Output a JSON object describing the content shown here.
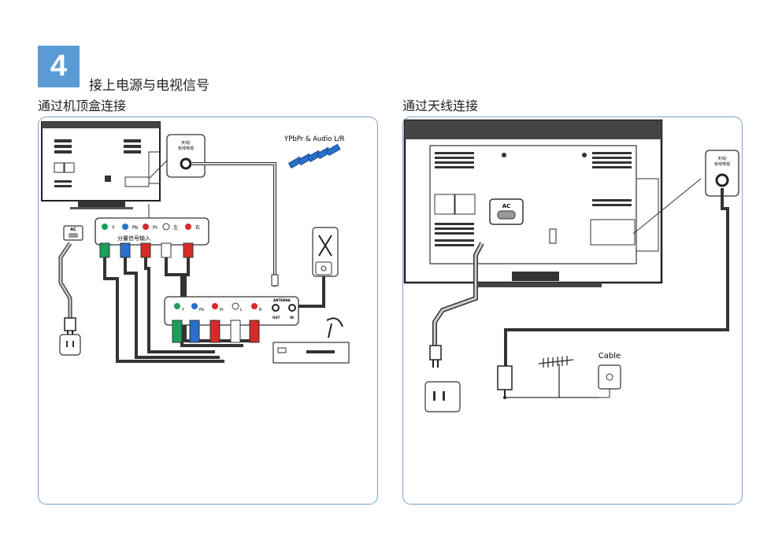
{
  "step": {
    "number": "4",
    "title": "接上电源与电视信号"
  },
  "left": {
    "title": "通过机顶盒连接",
    "callout_top": "天线/",
    "callout_bottom": "有线电视",
    "plugs_label": "YPbPr & Audio L/R",
    "jacks": [
      "Y",
      "Pb",
      "Pr",
      "左",
      "右"
    ],
    "jacks_caption": "分量信号输入",
    "ac": "AC",
    "stb_jacks": [
      "Y",
      "Pb",
      "Pr",
      "L",
      "R"
    ],
    "antenna_label": "ANTENNA",
    "out_label": "OUT",
    "in_label": "IN"
  },
  "right": {
    "title": "通过天线连接",
    "ac": "AC",
    "callout_top": "天线/",
    "callout_bottom": "有线电视",
    "cable_label": "Cable"
  },
  "colors": {
    "accent": "#5b9bd5",
    "panel_border": "#7aa3d4",
    "green": "#1aa05a",
    "blue": "#2a6fc9",
    "red": "#d62a2a"
  }
}
